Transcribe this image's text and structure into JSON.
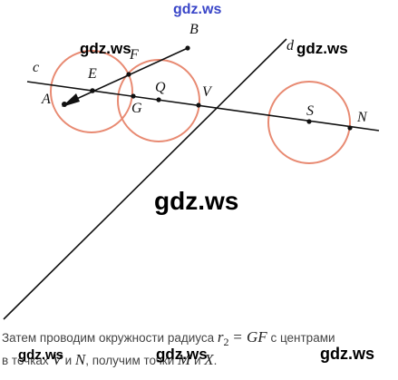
{
  "watermarks": {
    "top": "gdz.ws",
    "left_top": "gdz.ws",
    "right_top": "gdz.ws",
    "center": "gdz.ws",
    "bottom_left": "gdz.ws",
    "bottom_center": "gdz.ws",
    "bottom_right": "gdz.ws"
  },
  "labels": {
    "B": "B",
    "F": "F",
    "c": "c",
    "E": "E",
    "A": "A",
    "Q": "Q",
    "V": "V",
    "G": "G",
    "d": "d",
    "S": "S",
    "N": "N"
  },
  "caption": {
    "line1_text": "Затем проводим окружности радиуса",
    "r": "r",
    "sub": "2",
    "equals": "= GF",
    "line1_tail": "с центрами",
    "line2_a": "в точках",
    "V": "V",
    "and1": "и",
    "N": "N",
    "line2_b": ", получим точки",
    "M": "M",
    "and2": "и",
    "X": "X",
    "period": "."
  },
  "colors": {
    "circle": "#e88a72",
    "line": "#111111",
    "watermark_top": "#3a46c8",
    "caption_text": "#444444"
  }
}
